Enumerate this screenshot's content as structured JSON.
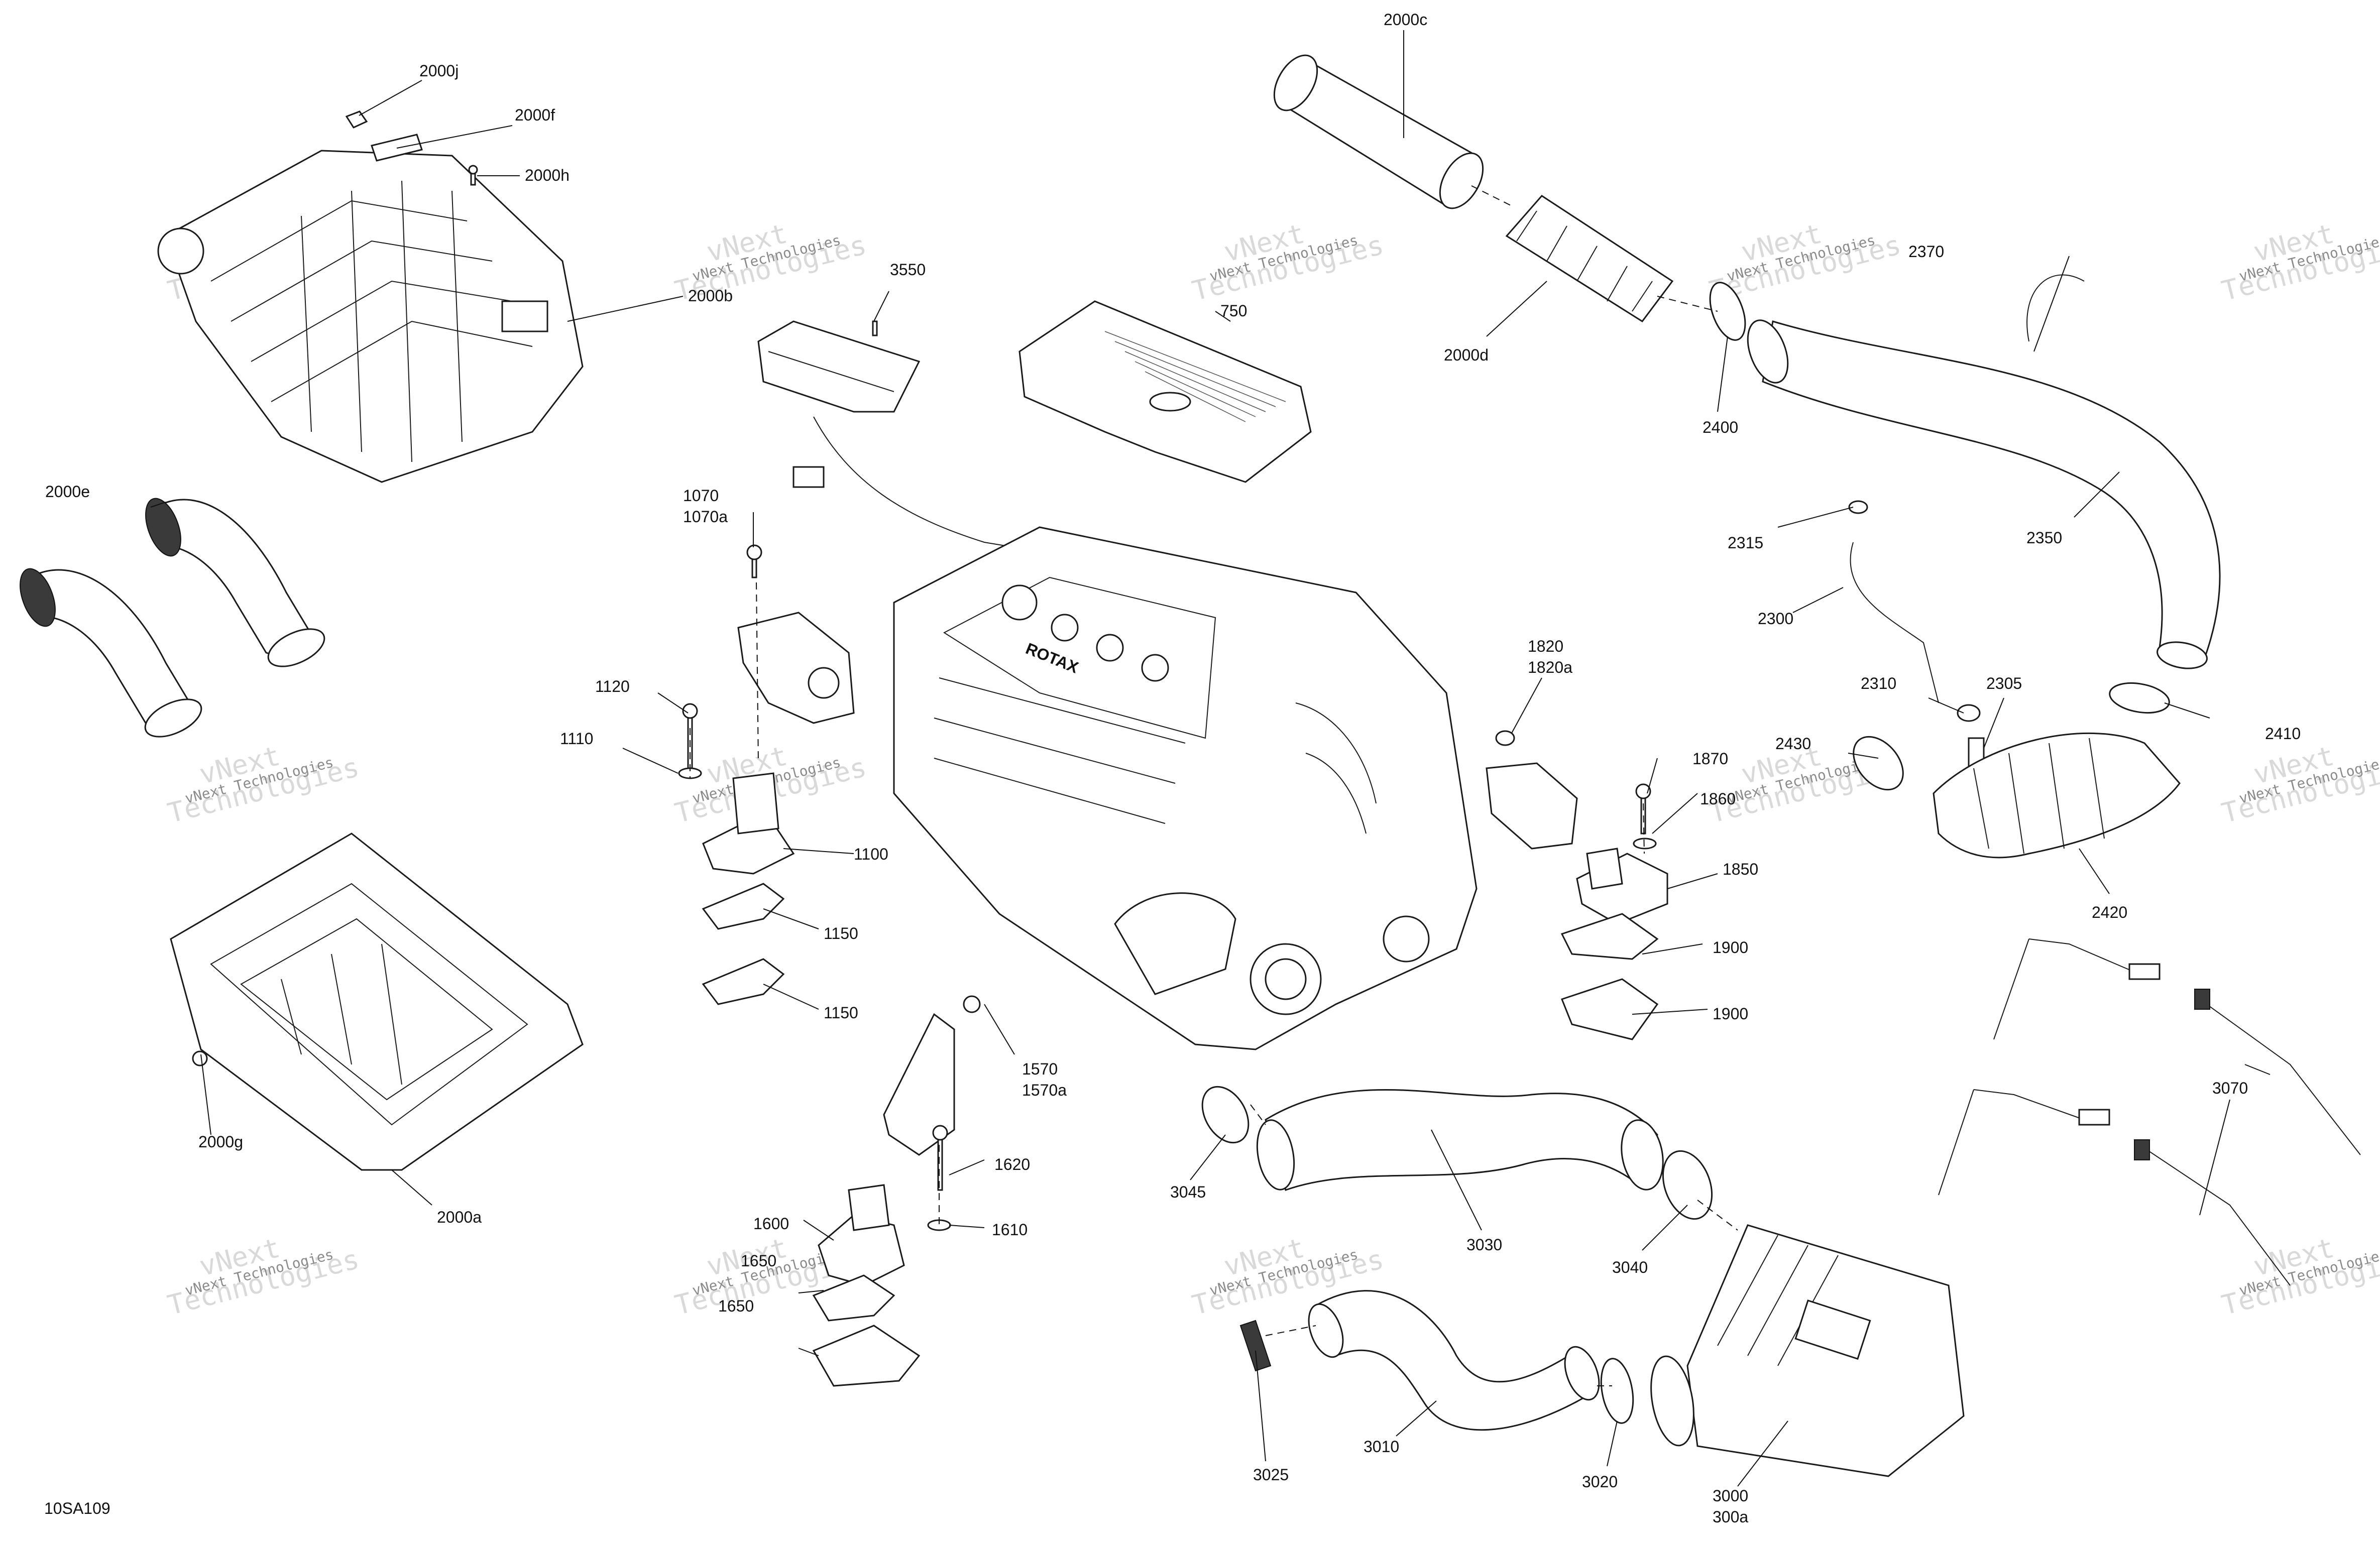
{
  "watermark": {
    "small": "vNext Technologies",
    "big_line1": "vNext",
    "big_line2": "Technologies"
  },
  "figure_code": "10SA109",
  "callouts": {
    "c2000j": "2000j",
    "c2000f": "2000f",
    "c2000h": "2000h",
    "c2000b": "2000b",
    "c2000c": "2000c",
    "c2000d": "2000d",
    "c2000e": "2000e",
    "c2000g": "2000g",
    "c2000a": "2000a",
    "c3550": "3550",
    "c750": "750",
    "c2370": "2370",
    "c2400": "2400",
    "c2350": "2350",
    "c2315": "2315",
    "c2300": "2300",
    "c2310": "2310",
    "c2305": "2305",
    "c2410": "2410",
    "c2430": "2430",
    "c2420": "2420",
    "c1070": "1070",
    "c1070a": "1070a",
    "c1120": "1120",
    "c1110": "1110",
    "c1100": "1100",
    "c1150a": "1150",
    "c1150b": "1150",
    "c1820": "1820",
    "c1820a": "1820a",
    "c1870": "1870",
    "c1860": "1860",
    "c1850": "1850",
    "c1900a": "1900",
    "c1900b": "1900",
    "c1570": "1570",
    "c1570a": "1570a",
    "c1620": "1620",
    "c1600": "1600",
    "c1610": "1610",
    "c1650a": "1650",
    "c1650b": "1650",
    "c3045": "3045",
    "c3030": "3030",
    "c3040": "3040",
    "c3070": "3070",
    "c3010": "3010",
    "c3025": "3025",
    "c3020": "3020",
    "c3000": "3000",
    "c300a": "300a"
  }
}
